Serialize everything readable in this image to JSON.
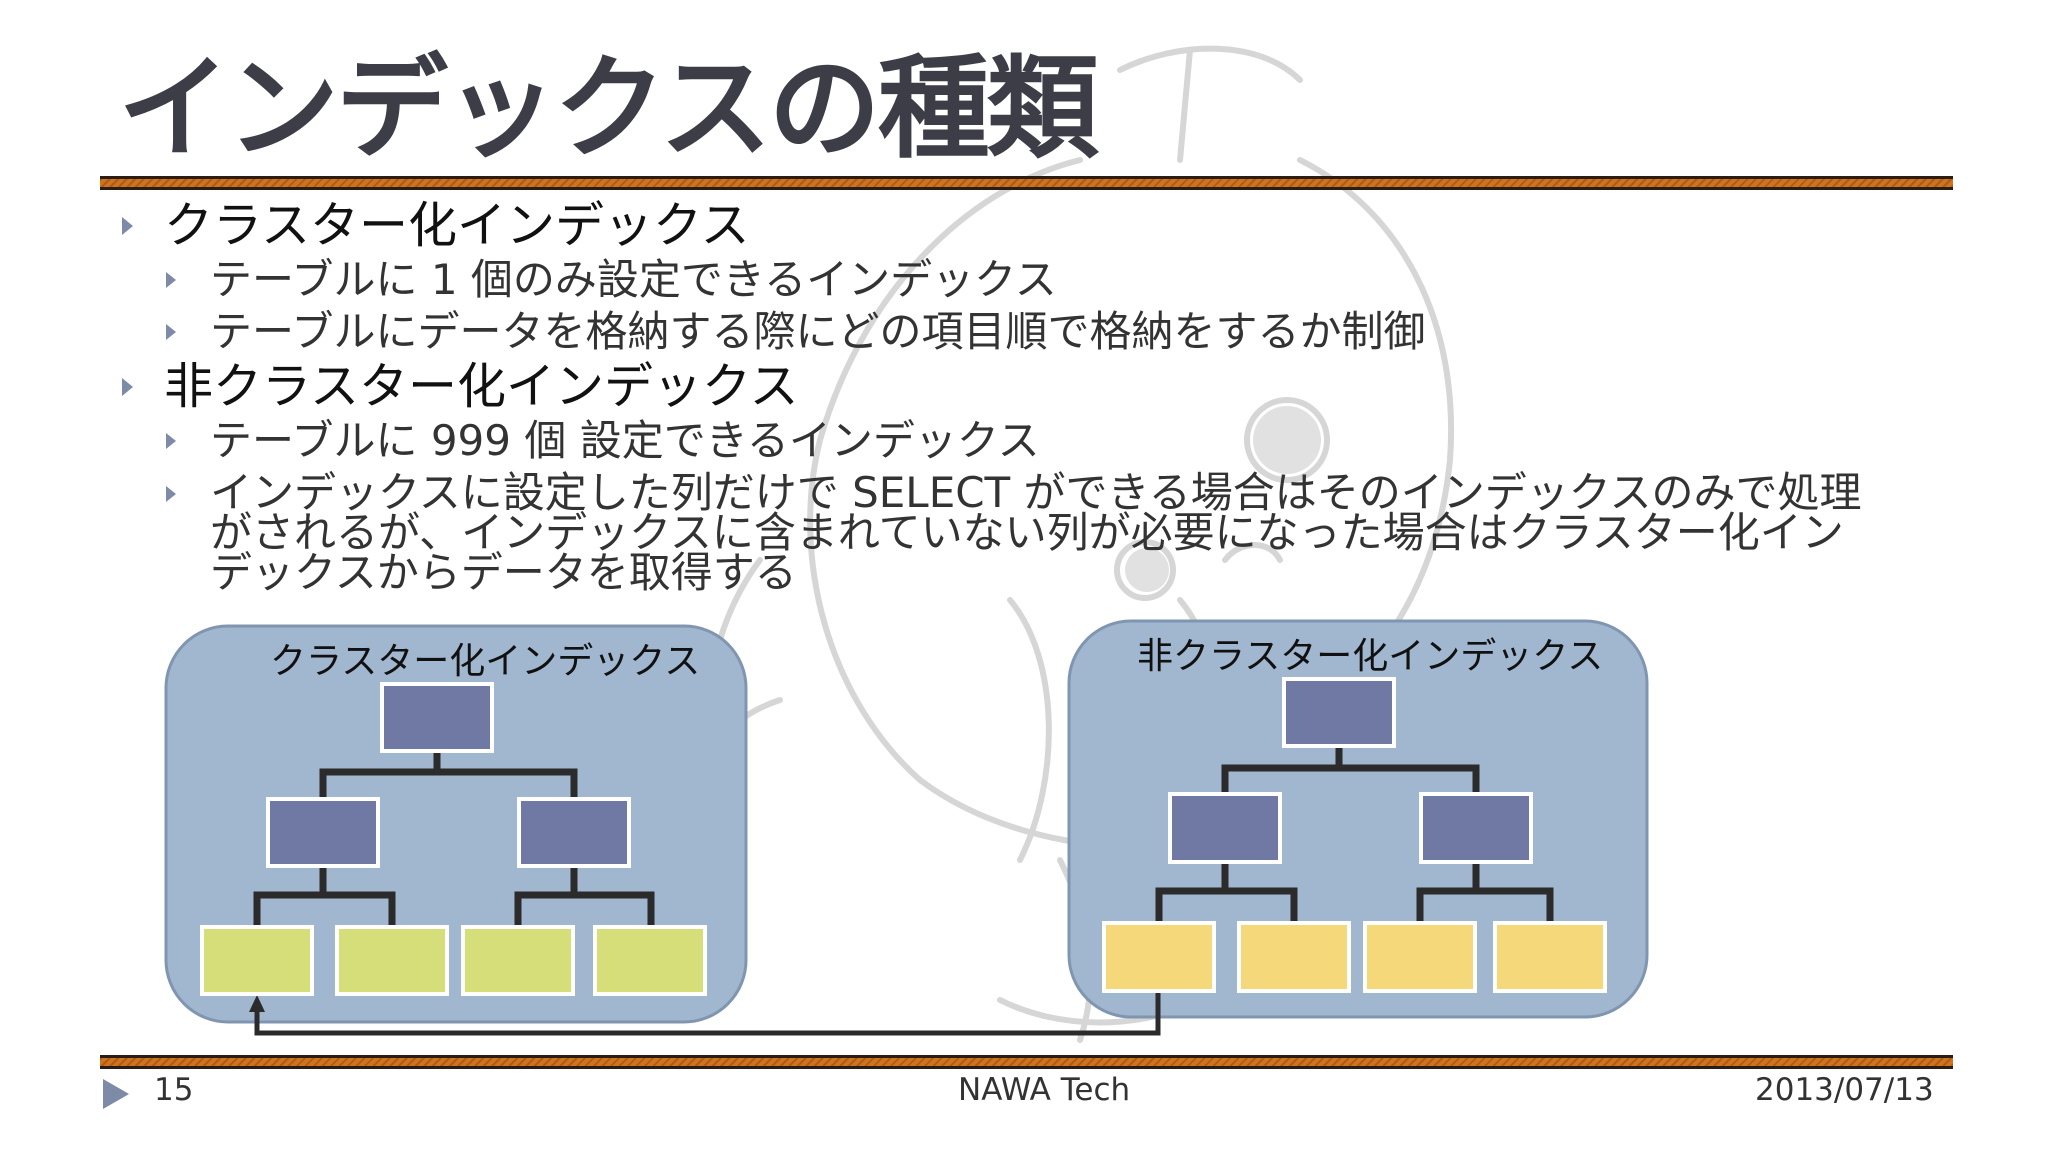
{
  "slide": {
    "title": "インデックスの種類",
    "bullets": [
      {
        "text": "クラスター化インデックス",
        "sub": [
          "テーブルに 1 個のみ設定できるインデックス",
          "テーブルにデータを格納する際にどの項目順で格納をするか制御"
        ]
      },
      {
        "text": "非クラスター化インデックス",
        "sub": [
          "テーブルに 999 個 設定できるインデックス",
          [
            "インデックスに設定した列だけで SELECT ができる場合はそのインデックスのみで処理",
            "がされるが、インデックスに含まれていない列が必要になった場合はクラスター化イン",
            "デックスからデータを取得する"
          ]
        ]
      }
    ]
  },
  "diagram": {
    "left_label": "クラスター化インデックス",
    "right_label": "非クラスター化インデックス",
    "colors": {
      "panel_fill": "#a1b6cf",
      "panel_stroke": "#8096b0",
      "node_fill": "#6f79a3",
      "left_leaf_fill": "#d5de79",
      "right_leaf_fill": "#f5d87a",
      "connector": "#2b2b2b"
    }
  },
  "footer": {
    "page": "15",
    "center": "NAWA Tech",
    "date": "2013/07/13"
  },
  "theme": {
    "title_color": "#3d3d48",
    "rule_color": "#d0721e",
    "bullet_color": "#7d8aa8"
  }
}
